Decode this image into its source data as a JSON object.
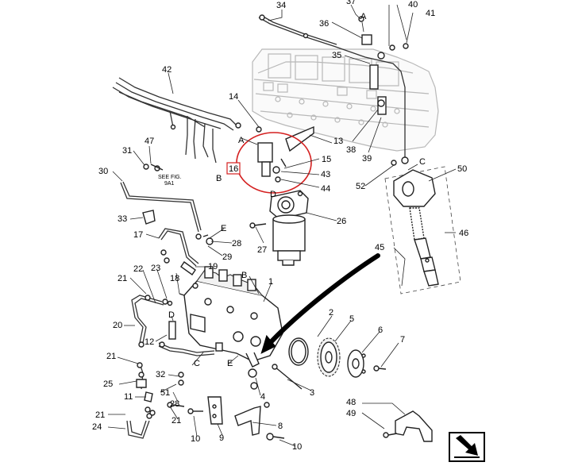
{
  "highlight_color": "#d42020",
  "highlighted_label": "16",
  "see_fig_note": "SEE FIG.",
  "see_fig_ref": "9A1",
  "nav_icon": "next-page-arrow-icon",
  "callouts": [
    {
      "id": "34",
      "label": "34"
    },
    {
      "id": "37",
      "label": "37"
    },
    {
      "id": "A-top",
      "label": "A"
    },
    {
      "id": "40",
      "label": "40"
    },
    {
      "id": "41",
      "label": "41"
    },
    {
      "id": "36",
      "label": "36"
    },
    {
      "id": "35",
      "label": "35"
    },
    {
      "id": "42",
      "label": "42"
    },
    {
      "id": "14",
      "label": "14"
    },
    {
      "id": "13",
      "label": "13"
    },
    {
      "id": "38",
      "label": "38"
    },
    {
      "id": "39",
      "label": "39"
    },
    {
      "id": "47",
      "label": "47"
    },
    {
      "id": "31",
      "label": "31"
    },
    {
      "id": "A-mid",
      "label": "A"
    },
    {
      "id": "15",
      "label": "15"
    },
    {
      "id": "43",
      "label": "43"
    },
    {
      "id": "44",
      "label": "44"
    },
    {
      "id": "C-top",
      "label": "C"
    },
    {
      "id": "50",
      "label": "50"
    },
    {
      "id": "30",
      "label": "30"
    },
    {
      "id": "B-mid",
      "label": "B"
    },
    {
      "id": "D-mid",
      "label": "D"
    },
    {
      "id": "52",
      "label": "52"
    },
    {
      "id": "33",
      "label": "33"
    },
    {
      "id": "26",
      "label": "26"
    },
    {
      "id": "E-mid",
      "label": "E"
    },
    {
      "id": "46",
      "label": "46"
    },
    {
      "id": "17",
      "label": "17"
    },
    {
      "id": "28a",
      "label": "28"
    },
    {
      "id": "27",
      "label": "27"
    },
    {
      "id": "45",
      "label": "45"
    },
    {
      "id": "29",
      "label": "29"
    },
    {
      "id": "22",
      "label": "22"
    },
    {
      "id": "23",
      "label": "23"
    },
    {
      "id": "19",
      "label": "19"
    },
    {
      "id": "18",
      "label": "18"
    },
    {
      "id": "21a",
      "label": "21"
    },
    {
      "id": "B-low",
      "label": "B"
    },
    {
      "id": "1",
      "label": "1"
    },
    {
      "id": "2",
      "label": "2"
    },
    {
      "id": "5",
      "label": "5"
    },
    {
      "id": "D-low",
      "label": "D"
    },
    {
      "id": "20",
      "label": "20"
    },
    {
      "id": "6",
      "label": "6"
    },
    {
      "id": "12",
      "label": "12"
    },
    {
      "id": "7",
      "label": "7"
    },
    {
      "id": "21b",
      "label": "21"
    },
    {
      "id": "C-low",
      "label": "C"
    },
    {
      "id": "E-low",
      "label": "E"
    },
    {
      "id": "32",
      "label": "32"
    },
    {
      "id": "25",
      "label": "25"
    },
    {
      "id": "3",
      "label": "3"
    },
    {
      "id": "51",
      "label": "51"
    },
    {
      "id": "11",
      "label": "11"
    },
    {
      "id": "4",
      "label": "4"
    },
    {
      "id": "28b",
      "label": "28"
    },
    {
      "id": "48",
      "label": "48"
    },
    {
      "id": "49",
      "label": "49"
    },
    {
      "id": "21c",
      "label": "21"
    },
    {
      "id": "21d",
      "label": "21"
    },
    {
      "id": "24",
      "label": "24"
    },
    {
      "id": "8",
      "label": "8"
    },
    {
      "id": "10a",
      "label": "10"
    },
    {
      "id": "9",
      "label": "9"
    },
    {
      "id": "10b",
      "label": "10"
    }
  ]
}
